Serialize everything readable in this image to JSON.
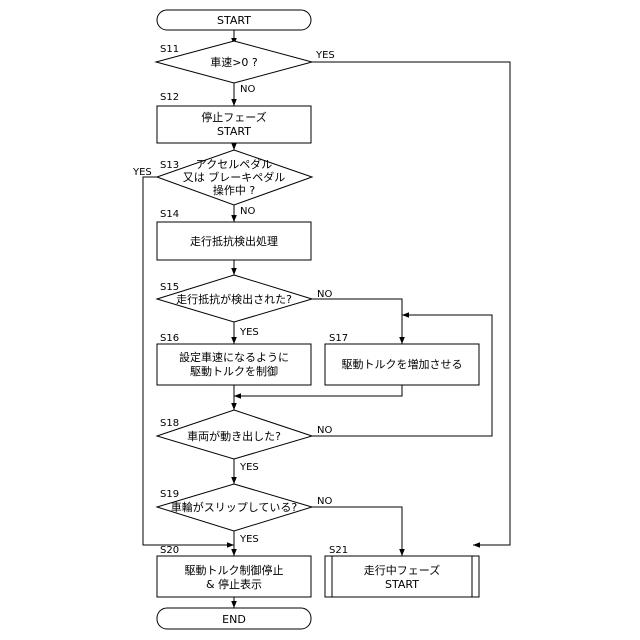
{
  "nodes": {
    "start": {
      "lines": [
        "START"
      ]
    },
    "s11": {
      "step": "S11",
      "lines": [
        "車速>0 ?"
      ],
      "yes": "YES",
      "no": "NO"
    },
    "s12": {
      "step": "S12",
      "lines": [
        "停止フェーズ",
        "START"
      ]
    },
    "s13": {
      "step": "S13",
      "lines": [
        "アクセルペダル",
        "又は  ブレーキペダル",
        "操作中  ?"
      ],
      "yes": "YES",
      "no": "NO"
    },
    "s14": {
      "step": "S14",
      "lines": [
        "走行抵抗検出処理"
      ]
    },
    "s15": {
      "step": "S15",
      "lines": [
        "走行抵抗が検出された?"
      ],
      "yes": "YES",
      "no": "NO"
    },
    "s16": {
      "step": "S16",
      "lines": [
        "設定車速になるように",
        "駆動トルクを制御"
      ]
    },
    "s17": {
      "step": "S17",
      "lines": [
        "駆動トルクを増加させる"
      ]
    },
    "s18": {
      "step": "S18",
      "lines": [
        "車両が動き出した?"
      ],
      "yes": "YES",
      "no": "NO"
    },
    "s19": {
      "step": "S19",
      "lines": [
        "車輪がスリップしている?"
      ],
      "yes": "YES",
      "no": "NO"
    },
    "s20": {
      "step": "S20",
      "lines": [
        "駆動トルク制御停止",
        "& 停止表示"
      ]
    },
    "s21": {
      "step": "S21",
      "lines": [
        "走行中フェーズ",
        "START"
      ]
    },
    "end": {
      "lines": [
        "END"
      ]
    }
  }
}
